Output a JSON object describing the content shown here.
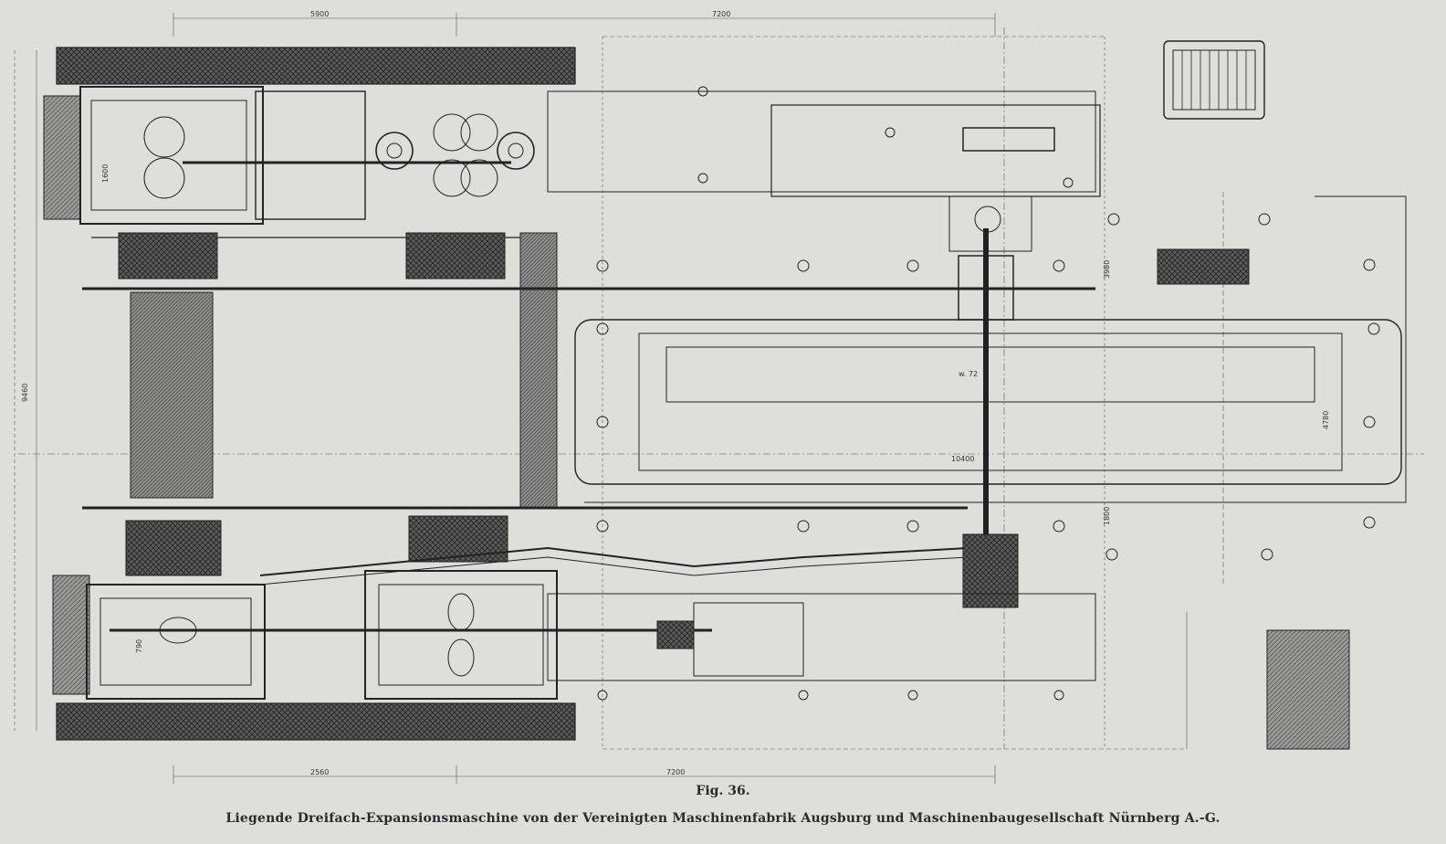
{
  "figure": {
    "number": "Fig. 36.",
    "caption": "Liegende Dreifach-Expansionsmaschine von der Vereinigten Maschinenfabrik Augsburg und Maschinenbaugesellschaft Nürnberg A.-G."
  },
  "dimensions": {
    "top_left": "5900",
    "top_total": "7200",
    "bottom_left": "2560",
    "bottom_total": "7200",
    "left_vertical": "9460",
    "right_upper": "3980",
    "right_mid": "1800",
    "right_lower": "4780",
    "shaft_center": "10400",
    "shaft_label": "w. 72",
    "cyl_top": "1600",
    "cyl_bottom": "790"
  },
  "colors": {
    "ink": "#2b2b2b",
    "paper": "#dedfdb",
    "hatch": "#4a4a4a"
  }
}
